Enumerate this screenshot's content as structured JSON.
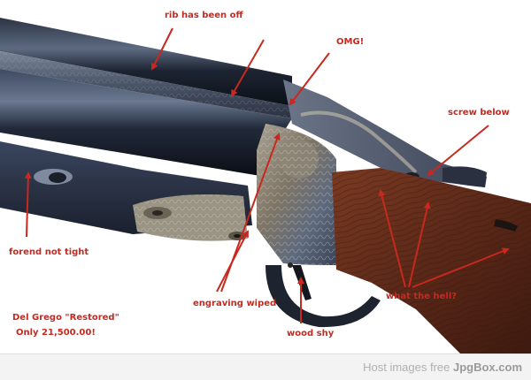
{
  "annotations": {
    "rib": "rib has been off",
    "omg": "OMG!",
    "screw": "screw below",
    "forend": "forend not tight",
    "engraving": "engraving wiped",
    "wood_shy": "wood shy",
    "what_the_hell": "what the hell?",
    "restored_line1": "Del Grego \"Restored\"",
    "restored_line2": "Only 21,500.00!"
  },
  "footer": {
    "prefix": "Host images free ",
    "brand": "JpgBox.com"
  },
  "colors": {
    "annotation": "#c8281e",
    "arrow": "#c8281e",
    "barrel": "#1c2230",
    "receiver": "#8a8478",
    "stock": "#5a2a1a"
  }
}
